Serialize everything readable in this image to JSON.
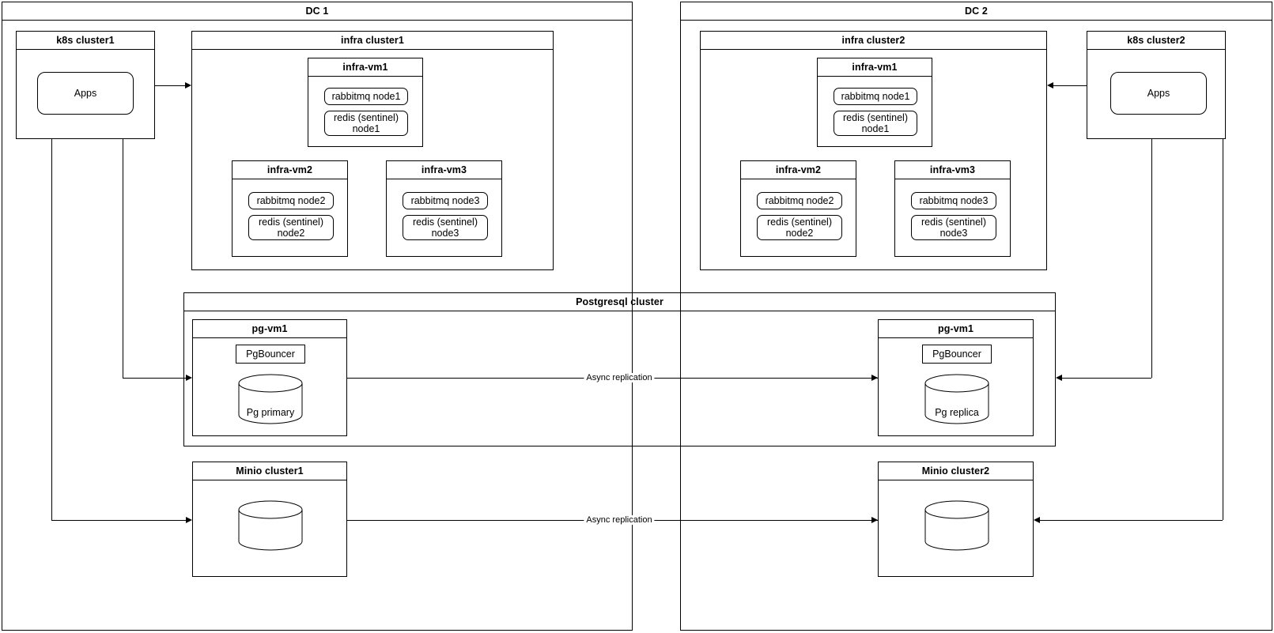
{
  "diagram": {
    "title_dc1": "DC 1",
    "title_dc2": "DC 2"
  },
  "dc1": {
    "label": "DC 1",
    "k8s": {
      "label": "k8s cluster1",
      "apps": "Apps"
    },
    "infra": {
      "label": "infra cluster1",
      "vms": [
        {
          "label": "infra-vm1",
          "rabbitmq": "rabbitmq node1",
          "redis": "redis (sentinel) node1"
        },
        {
          "label": "infra-vm2",
          "rabbitmq": "rabbitmq node2",
          "redis": "redis (sentinel) node2"
        },
        {
          "label": "infra-vm3",
          "rabbitmq": "rabbitmq node3",
          "redis": "redis (sentinel) node3"
        }
      ]
    },
    "pg_vm": {
      "label": "pg-vm1",
      "pgbouncer": "PgBouncer",
      "db": "Pg primary"
    },
    "minio": {
      "label": "Minio cluster1",
      "db": ""
    }
  },
  "dc2": {
    "label": "DC 2",
    "k8s": {
      "label": "k8s cluster2",
      "apps": "Apps"
    },
    "infra": {
      "label": "infra cluster2",
      "vms": [
        {
          "label": "infra-vm1",
          "rabbitmq": "rabbitmq node1",
          "redis": "redis (sentinel) node1"
        },
        {
          "label": "infra-vm2",
          "rabbitmq": "rabbitmq node2",
          "redis": "redis (sentinel) node2"
        },
        {
          "label": "infra-vm3",
          "rabbitmq": "rabbitmq node3",
          "redis": "redis (sentinel) node3"
        }
      ]
    },
    "pg_vm": {
      "label": "pg-vm1",
      "pgbouncer": "PgBouncer",
      "db": "Pg replica"
    },
    "minio": {
      "label": "Minio cluster2",
      "db": ""
    }
  },
  "postgresql_cluster": {
    "label": "Postgresql cluster"
  },
  "edges": {
    "pg_replication_label": "Async replication",
    "minio_replication_label": "Async replication"
  },
  "colors": {
    "stroke": "#000000",
    "background": "#ffffff"
  }
}
